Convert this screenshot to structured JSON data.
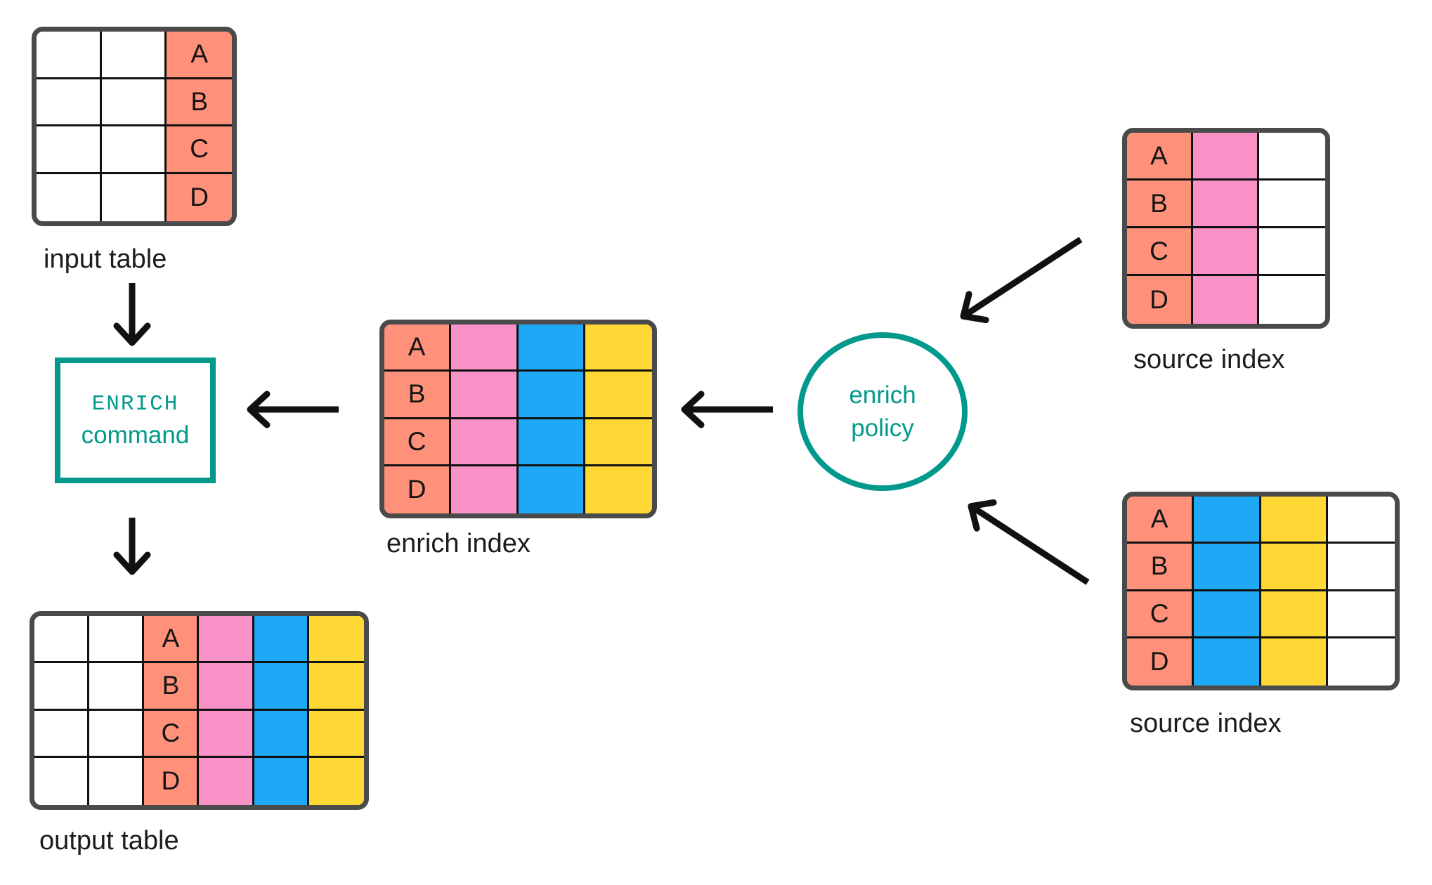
{
  "diagram": {
    "colors": {
      "salmon": "#FF917A",
      "pink": "#F992C7",
      "blue": "#1DA9F5",
      "yellow": "#FFD836",
      "teal": "#00998C",
      "table_border": "#4A4A4A",
      "grid_line": "#111111",
      "text": "#1C1C1C",
      "arrow": "#111111",
      "white": "#FFFFFF"
    },
    "row_keys": [
      "A",
      "B",
      "C",
      "D"
    ],
    "tables": {
      "input": {
        "label": "input table",
        "rows": 4,
        "columns": [
          {
            "fill": "white",
            "lettered": false
          },
          {
            "fill": "white",
            "lettered": false
          },
          {
            "fill": "salmon",
            "lettered": true
          }
        ]
      },
      "enrich_index": {
        "label": "enrich index",
        "rows": 4,
        "columns": [
          {
            "fill": "salmon",
            "lettered": true
          },
          {
            "fill": "pink",
            "lettered": false
          },
          {
            "fill": "blue",
            "lettered": false
          },
          {
            "fill": "yellow",
            "lettered": false
          }
        ]
      },
      "output": {
        "label": "output table",
        "rows": 4,
        "columns": [
          {
            "fill": "white",
            "lettered": false
          },
          {
            "fill": "white",
            "lettered": false
          },
          {
            "fill": "salmon",
            "lettered": true
          },
          {
            "fill": "pink",
            "lettered": false
          },
          {
            "fill": "blue",
            "lettered": false
          },
          {
            "fill": "yellow",
            "lettered": false
          }
        ]
      },
      "source_top": {
        "label": "source index",
        "rows": 4,
        "columns": [
          {
            "fill": "salmon",
            "lettered": true
          },
          {
            "fill": "pink",
            "lettered": false
          },
          {
            "fill": "white",
            "lettered": false
          }
        ]
      },
      "source_bottom": {
        "label": "source index",
        "rows": 4,
        "columns": [
          {
            "fill": "salmon",
            "lettered": true
          },
          {
            "fill": "blue",
            "lettered": false
          },
          {
            "fill": "yellow",
            "lettered": false
          },
          {
            "fill": "white",
            "lettered": false
          }
        ]
      }
    },
    "enrich_command": {
      "line1": "ENRICH",
      "line2": "command"
    },
    "enrich_policy": {
      "line1": "enrich",
      "line2": "policy"
    }
  }
}
